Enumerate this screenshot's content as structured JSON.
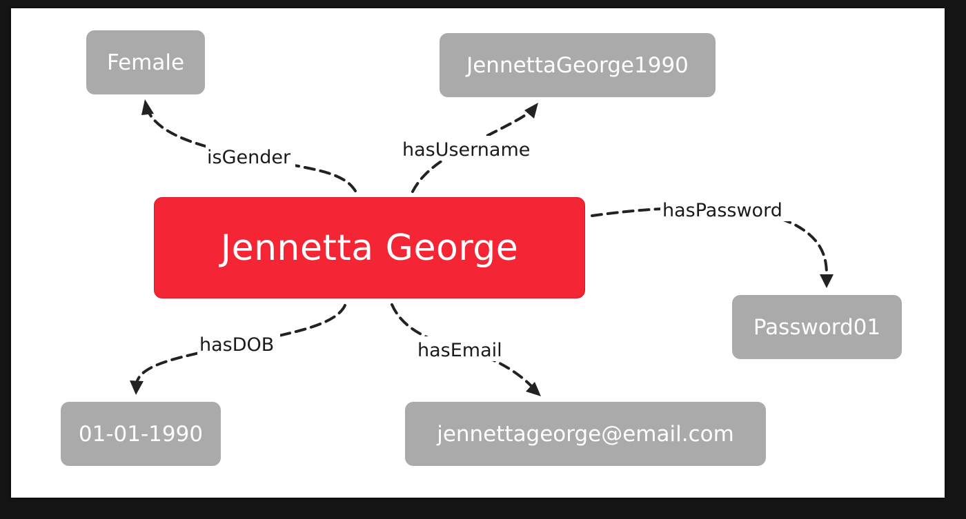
{
  "diagram": {
    "center": {
      "id": "jennetta-george",
      "label": "Jennetta George",
      "color": "#f42535"
    },
    "attribute_color": "#aaaaaa",
    "nodes": [
      {
        "id": "female",
        "label": "Female"
      },
      {
        "id": "username",
        "label": "JennettaGeorge1990"
      },
      {
        "id": "password",
        "label": "Password01"
      },
      {
        "id": "dob",
        "label": "01-01-1990"
      },
      {
        "id": "email",
        "label": "jennettageorge@email.com"
      }
    ],
    "edges": [
      {
        "from": "jennetta-george",
        "to": "female",
        "label": "isGender"
      },
      {
        "from": "jennetta-george",
        "to": "username",
        "label": "hasUsername"
      },
      {
        "from": "jennetta-george",
        "to": "password",
        "label": "hasPassword"
      },
      {
        "from": "jennetta-george",
        "to": "dob",
        "label": "hasDOB"
      },
      {
        "from": "jennetta-george",
        "to": "email",
        "label": "hasEmail"
      }
    ]
  }
}
